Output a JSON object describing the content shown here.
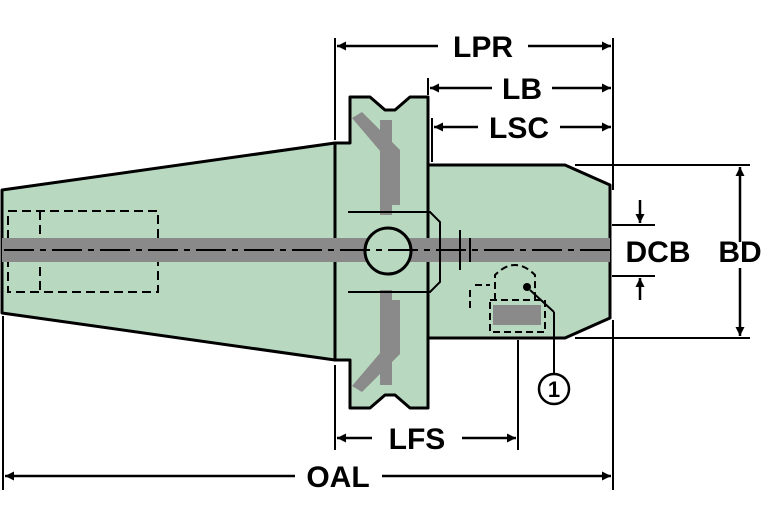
{
  "labels": {
    "lpr": "LPR",
    "lb": "LB",
    "lsc": "LSC",
    "dcb": "DCB",
    "bd": "BD",
    "lfs": "LFS",
    "oal": "OAL",
    "callout": "1"
  },
  "colors": {
    "body_fill": "#b8d8c0",
    "shadow_fill": "#8a8a8a",
    "outline": "#000000",
    "background": "#ffffff"
  }
}
